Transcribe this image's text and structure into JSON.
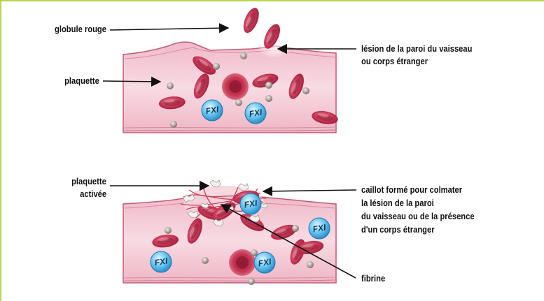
{
  "colors": {
    "frame": "#b9d84a",
    "vessel": "#f3c6d2",
    "vessel_edge": "#c25b7a",
    "red_cell": "#b82848",
    "red_cell_light": "#e06a82",
    "platelet": "#9a8e88",
    "fxi": "#47b3e6",
    "fibrin": "#c0304e"
  },
  "labels": {
    "globule_rouge": "globule rouge",
    "plaquette": "plaquette",
    "lesion_line1": "lésion de la paroi du vaisseau",
    "lesion_line2": "ou corps étranger",
    "plaquette_activee_line1": "plaquette",
    "plaquette_activee_line2": "activée",
    "caillot_line1": "caillot formé pour colmater",
    "caillot_line2": "la lésion de la paroi",
    "caillot_line3": "du vaisseau ou de la présence",
    "caillot_line4": "d'un corps étranger",
    "fibrine": "fibrine"
  },
  "fxi_label": "FXI",
  "icons": [
    "red-blood-cell-icon",
    "platelet-icon",
    "fxi-factor-icon",
    "fibrin-strand-icon"
  ]
}
